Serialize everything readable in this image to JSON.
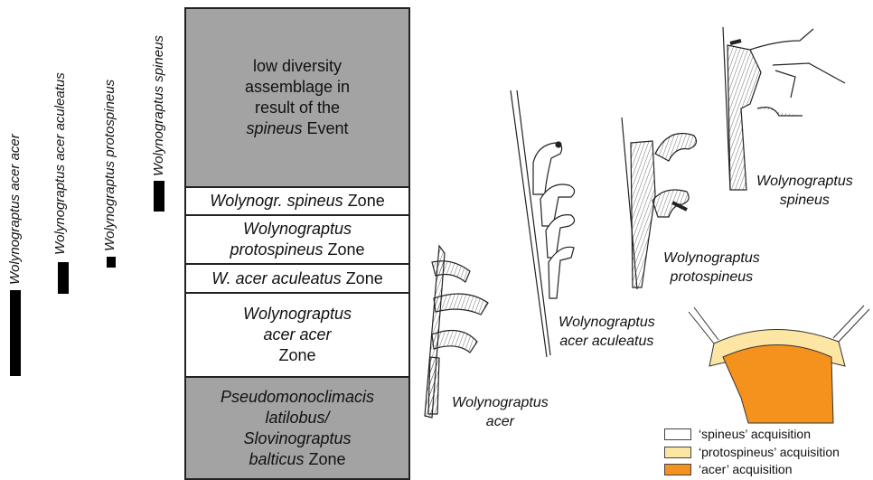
{
  "ranges": [
    {
      "label": "Wolynograptus acer acer"
    },
    {
      "label": "Wolynograptus acer aculeatus"
    },
    {
      "label": "Wolynograptus protospineus"
    },
    {
      "label": "Wolynograptus spineus"
    }
  ],
  "zones": [
    {
      "lines": [
        "low diversity",
        "assemblage in",
        "result of the"
      ],
      "italic_part": "spineus",
      "rest": " Event"
    },
    {
      "italic": "Wolynogr. spineus",
      "text": " Zone"
    },
    {
      "italic": "Wolynograptus",
      "italic2": "protospineus",
      "text": " Zone"
    },
    {
      "italic": "W. acer aculeatus",
      "text": " Zone"
    },
    {
      "italic": "Wolynograptus",
      "italic2": "acer acer",
      "text": "Zone"
    },
    {
      "italic": "Pseudomonoclimacis",
      "italic2": "latilobus/",
      "italic3": "Slovinograptus",
      "italic4": "balticus",
      "text": " Zone"
    }
  ],
  "species_labels": [
    {
      "line1": "Wolynograptus",
      "line2": "acer"
    },
    {
      "line1": "Wolynograptus",
      "line2": "acer aculeatus"
    },
    {
      "line1": "Wolynograptus",
      "line2": "protospineus"
    },
    {
      "line1": "Wolynograptus",
      "line2": "spineus"
    }
  ],
  "legend": [
    {
      "label": "‘spineus’ acquisition",
      "color": "#ffffff"
    },
    {
      "label": "‘protospineus’ acquisition",
      "color": "#fde6a3"
    },
    {
      "label": "‘acer’ acquisition",
      "color": "#f5921e"
    }
  ],
  "colors": {
    "grey_zone": "#a3a3a3",
    "acer": "#f5921e",
    "protospineus": "#fde6a3"
  }
}
